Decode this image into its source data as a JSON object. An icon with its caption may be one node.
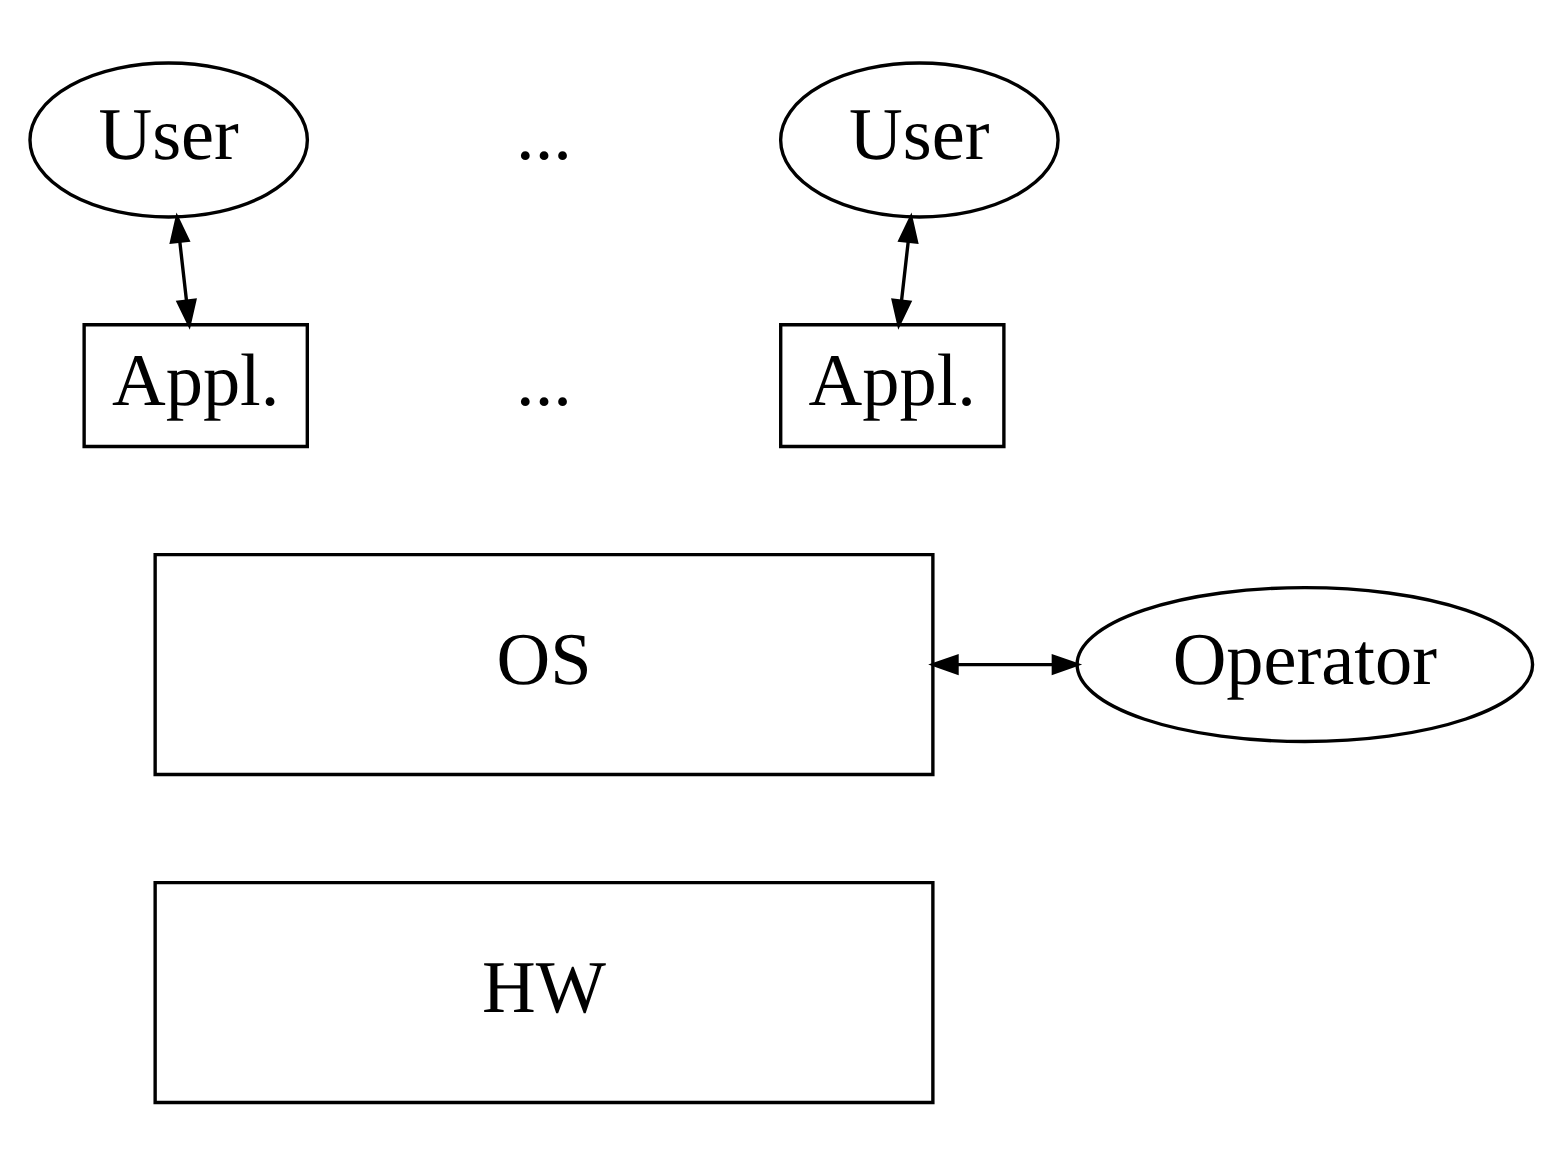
{
  "diagram": {
    "nodes": [
      {
        "text": [
          "User"
        ]
      },
      {
        "text": [
          "User"
        ]
      },
      {
        "text": [
          "Appl."
        ]
      },
      {
        "text": [
          "Appl."
        ]
      },
      {
        "text": [
          "OS"
        ]
      },
      {
        "text": [
          "Operator"
        ]
      },
      {
        "text": [
          "HW"
        ]
      }
    ],
    "edges": [
      {
        "from": 0,
        "to": 2,
        "arrow": "both"
      },
      {
        "from": 1,
        "to": 3,
        "arrow": "both"
      },
      {
        "from": 4,
        "to": 5,
        "arrow": "both"
      }
    ],
    "labels": [
      "...",
      "..."
    ]
  }
}
